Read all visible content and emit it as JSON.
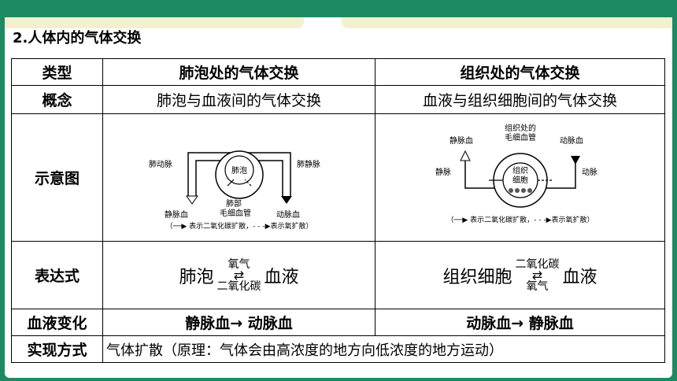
{
  "heading": "2.人体内的气体交换",
  "table": {
    "header": {
      "label": "类型",
      "lung": "肺泡处的气体交换",
      "tissue": "组织处的气体交换"
    },
    "concept": {
      "label": "概念",
      "lung": "肺泡与血液间的气体交换",
      "tissue": "血液与组织细胞间的气体交换"
    },
    "diagram": {
      "label": "示意图",
      "lung": {
        "alveolus": "肺泡",
        "pulmonary_artery": "肺动脉",
        "pulmonary_vein": "肺静脉",
        "venous_blood": "静脉血",
        "capillary_line1": "肺部",
        "capillary_line2": "毛细血管",
        "arterial_blood": "动脉血",
        "legend": "（──▶ 表示二氧化碳扩散，- - -▶表示氧扩散）"
      },
      "tissue": {
        "capillary_line1": "组织处的",
        "capillary_line2": "毛细血管",
        "venous_blood": "静脉血",
        "arterial_blood": "动脉血",
        "vein": "静脉",
        "artery": "动脉",
        "cells_line1": "组织",
        "cells_line2": "细胞",
        "legend": "（──▶ 表示二氧化碳扩散，- - -▶表示氧扩散）"
      }
    },
    "expression": {
      "label": "表达式",
      "lung": {
        "left": "肺泡",
        "top": "氧气",
        "arrows": "⇄",
        "bottom": "二氧化碳",
        "right": "血液"
      },
      "tissue": {
        "left": "组织细胞",
        "top": "二氧化碳",
        "arrows": "⇄",
        "bottom": "氧气",
        "right": "血液"
      }
    },
    "blood_change": {
      "label": "血液变化",
      "lung": "静脉血→ 动脉血",
      "tissue": "动脉血→ 静脉血"
    },
    "method": {
      "label": "实现方式",
      "text": "气体扩散（原理：气体会由高浓度的地方向低浓度的地方运动）"
    }
  },
  "colors": {
    "frame": "#1d8a63",
    "accent_green": "#1f9a5c",
    "tab": "#f3f0cf"
  }
}
